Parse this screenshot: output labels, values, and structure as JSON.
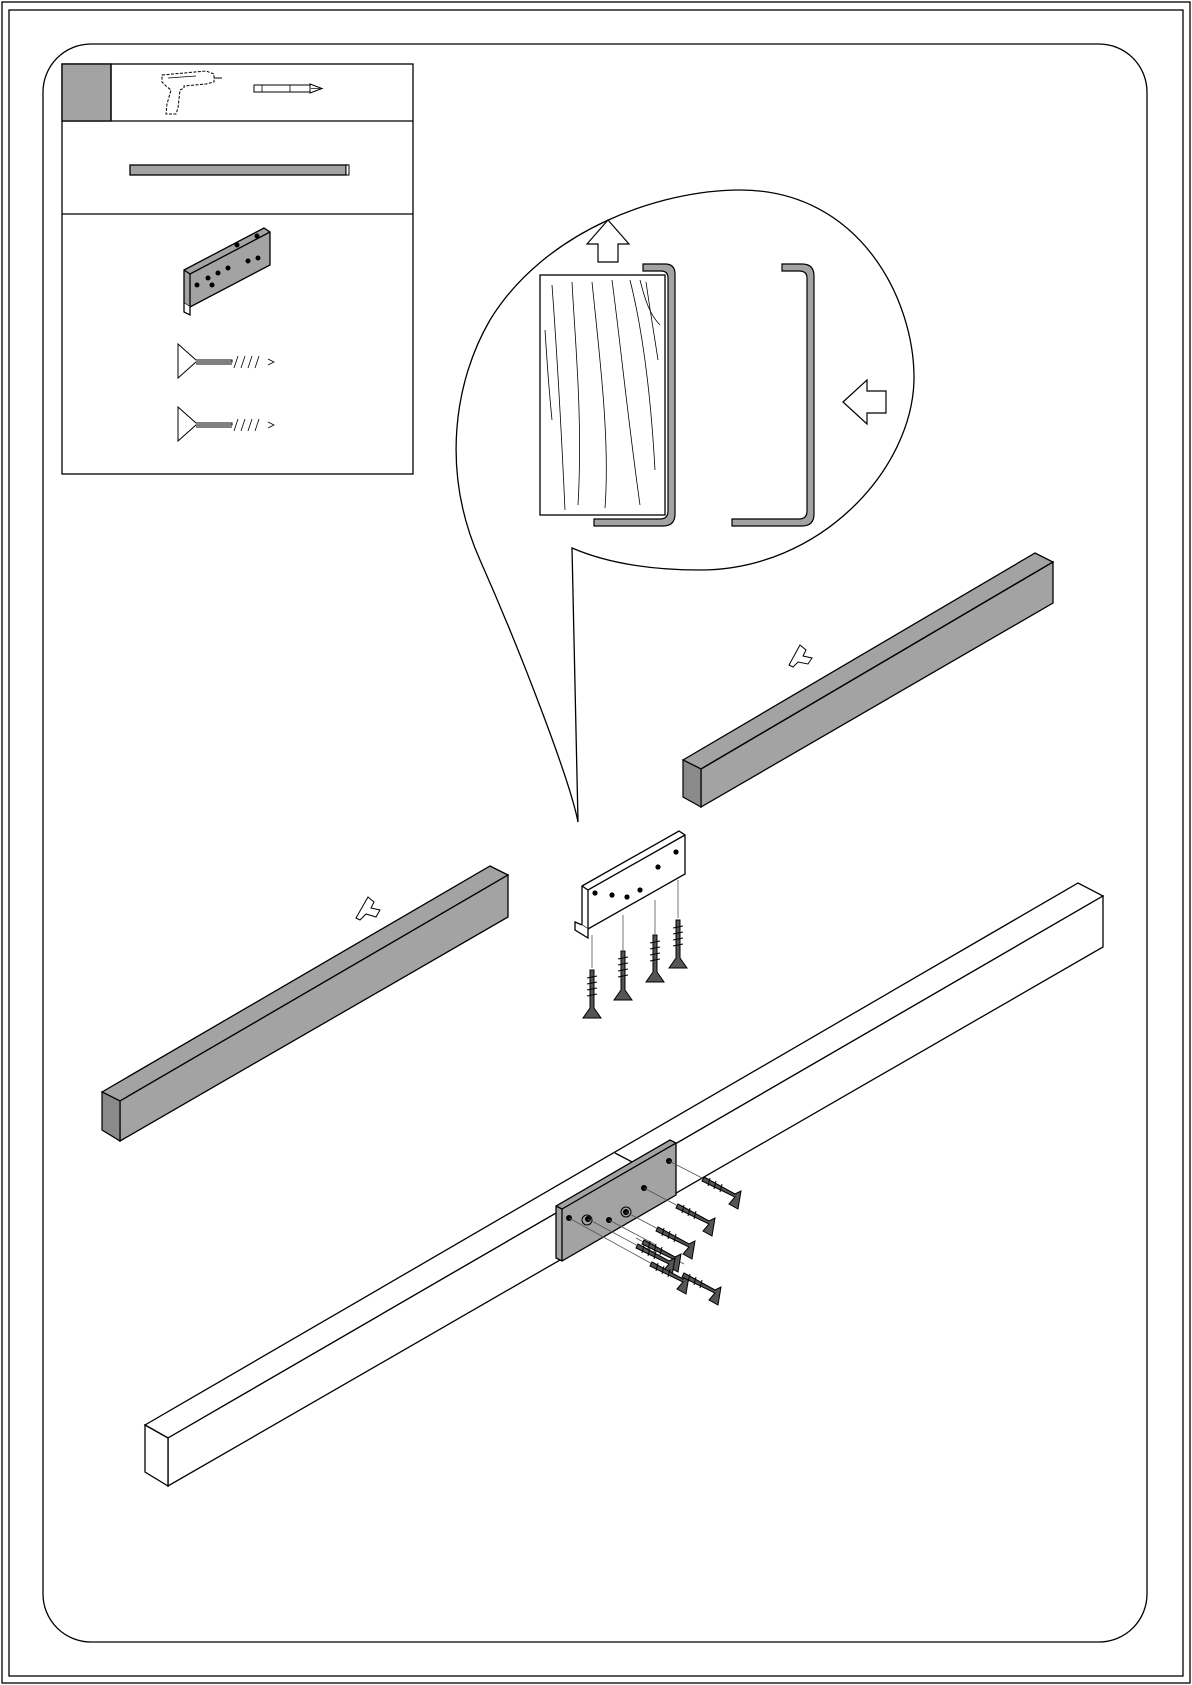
{
  "page": {
    "type": "assembly-instruction-step",
    "text": ""
  },
  "colors": {
    "ink": "#000000",
    "part_fill": "#a3a3a3",
    "background": "#ffffff"
  },
  "parts_panel": {
    "step_marker": "",
    "tools": [
      {
        "icon": "cordless-drill-icon"
      },
      {
        "icon": "screwdriver-bit-icon"
      }
    ],
    "parts": [
      {
        "icon": "wooden-beam-icon"
      },
      {
        "icon": "metal-bracket-icon"
      },
      {
        "icon": "wood-screw-icon"
      },
      {
        "icon": "wood-screw-icon"
      }
    ]
  },
  "detail_callout": {
    "arrows": [
      "up-arrow-icon",
      "left-arrow-icon"
    ]
  },
  "assembly": {
    "beams": 3,
    "bracket_screws": 10
  }
}
